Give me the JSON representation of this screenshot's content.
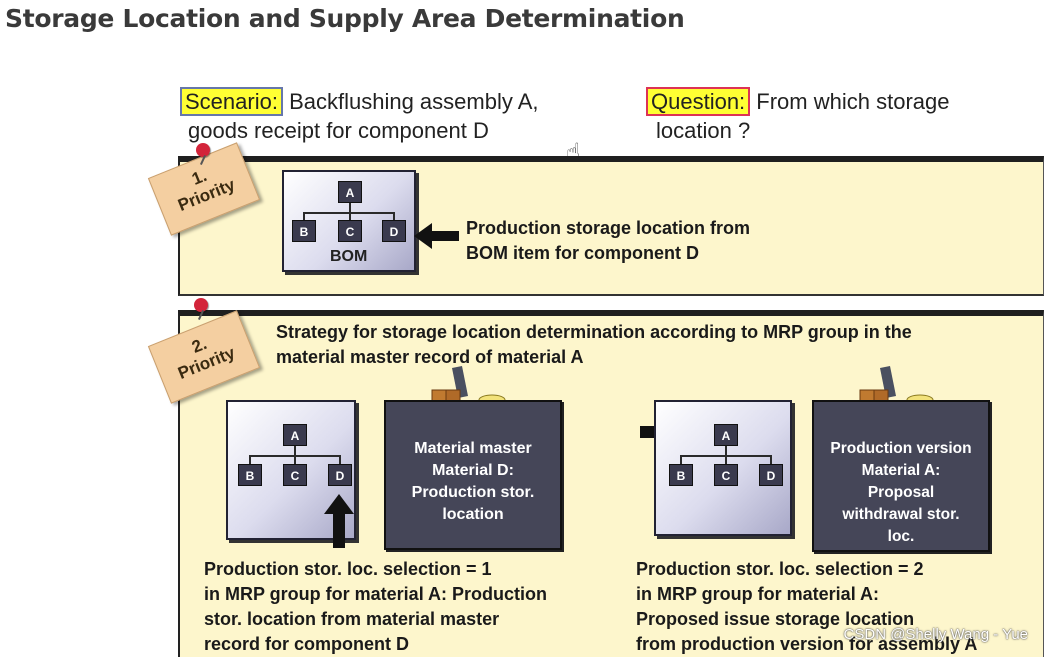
{
  "page_title": "Storage Location and Supply Area Determination",
  "scenario": {
    "tag": "Scenario:",
    "line1": "Backflushing assembly A,",
    "line2": "goods receipt for component D"
  },
  "question": {
    "tag": "Question:",
    "line1": "From which storage",
    "line2": "location ?"
  },
  "priority1": {
    "note_line1": "1.",
    "note_line2": "Priority",
    "bom": {
      "top": "A",
      "b": "B",
      "c": "C",
      "d": "D",
      "label": "BOM"
    },
    "text_line1": "Production storage location from",
    "text_line2": "BOM item for component D"
  },
  "priority2": {
    "note_line1": "2.",
    "note_line2": "Priority",
    "strategy_line1": "Strategy for storage location determination according to MRP group in the",
    "strategy_line2": "material master record of material A",
    "left": {
      "bom": {
        "top": "A",
        "b": "B",
        "c": "C",
        "d": "D"
      },
      "box_lines": [
        "Material master",
        "Material D:",
        "Production stor.",
        "location"
      ],
      "desc_lines": [
        "Production stor. loc. selection = 1",
        "in MRP group for material A: Production",
        "stor. location from material master",
        "record for component D"
      ]
    },
    "right": {
      "bom": {
        "top": "A",
        "b": "B",
        "c": "C",
        "d": "D"
      },
      "box_lines": [
        "Production version",
        "Material A:",
        "Proposal",
        "withdrawal stor.",
        "loc."
      ],
      "desc_lines": [
        "Production stor. loc. selection = 2",
        "in MRP group for material A:",
        "Proposed issue storage location",
        "from production version for assembly A"
      ]
    }
  },
  "watermark": "CSDN @Shelly Wang - Yue",
  "colors": {
    "panel_bg": "#fdf6cc",
    "highlight": "#ffff33",
    "dark_box": "#454658",
    "note": "#f4cfa1",
    "pin": "#d3243a"
  },
  "icons": [
    "hand-cursor-icon",
    "pushpin-icon",
    "arrow-left-icon",
    "arrow-up-icon",
    "arrow-right-icon",
    "material-stack-icon"
  ]
}
